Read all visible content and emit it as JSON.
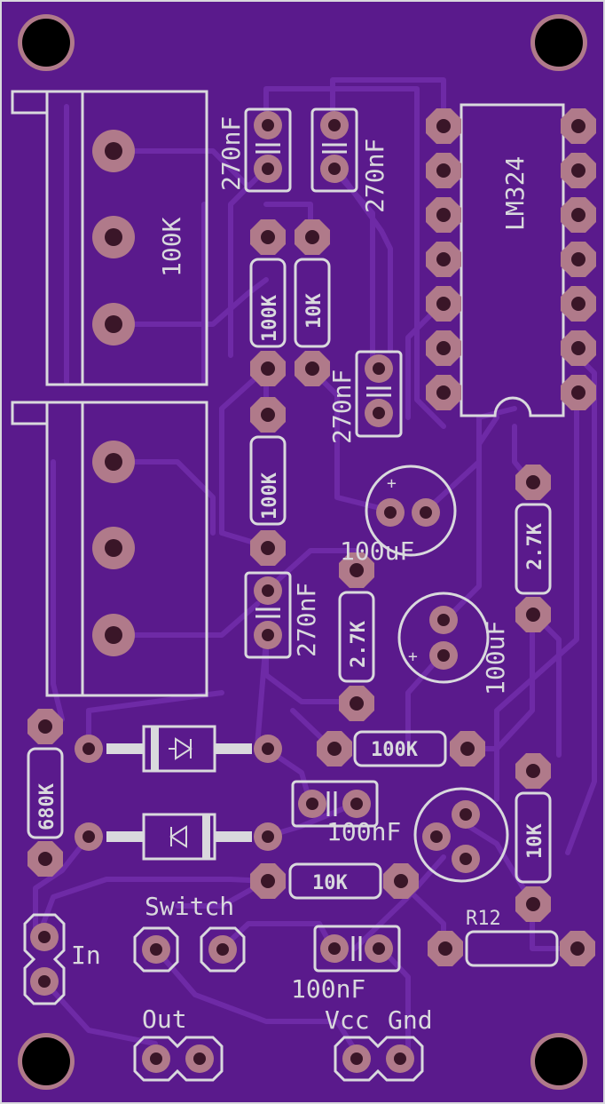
{
  "colors": {
    "board": "#5a1a8c",
    "trace": "#6e2aa6",
    "silk": "#d9d9dd",
    "pad": "#b07a8a",
    "hole": "#3a1628",
    "mount_hole": "#000000"
  },
  "silkscreen": {
    "pot_value": "100K",
    "cap_270_a": "270nF",
    "cap_270_b": "270nF",
    "cap_270_c": "270nF",
    "cap_270_d": "270nF",
    "res_100k_a": "100K",
    "res_10k_a": "10K",
    "res_100k_b": "100K",
    "ic": "LM324",
    "elcap_a": "100uF",
    "elcap_b": "100uF",
    "res_27k_a": "2.7K",
    "res_27k_b": "2.7K",
    "res_680k": "680K",
    "res_100k_c": "100K",
    "cap_100n_a": "100nF",
    "res_10k_b": "10K",
    "res_10k_c": "10K",
    "r12": "R12",
    "cap_100n_b": "100nF",
    "switch": "Switch",
    "in": "In",
    "out": "Out",
    "vcc": "Vcc",
    "gnd": "Gnd"
  }
}
